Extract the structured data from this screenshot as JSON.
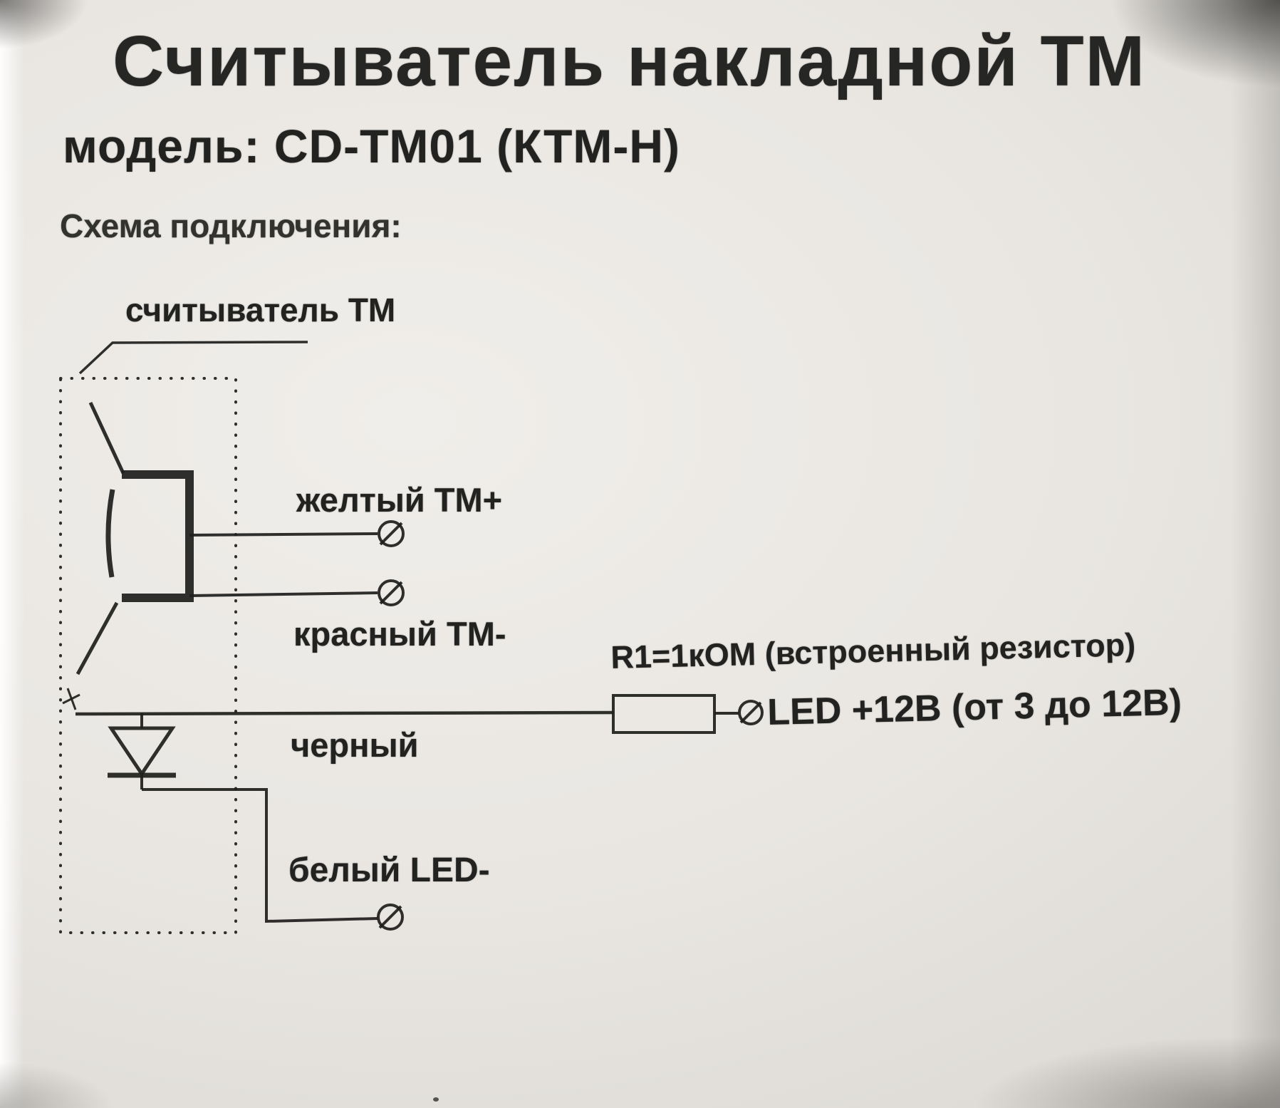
{
  "meta": {
    "document_type": "wiring instruction sheet (photo)",
    "paper_color": "#e9e6e2",
    "ink_color": "#222220"
  },
  "header": {
    "title": "Считыватель накладной ТМ",
    "model": "модель: CD-TM01 (КТМ-Н)",
    "section": "Схема подключения:"
  },
  "diagram": {
    "reader_label": "считыватель ТМ",
    "labels": {
      "yellow": "желтый ТМ+",
      "red": "красный ТМ-",
      "black": "черный",
      "white": "белый LED-"
    },
    "resistor_label": "R1=1кОМ (встроенный резистор)",
    "led_power_label": "LED +12В (от 3 до 12В)",
    "symbols": [
      "reader-housing-outline (dotted box)",
      "tm-contact-symbol",
      "led-diode-symbol",
      "resistor-symbol",
      "screw-terminal-icon x4"
    ]
  }
}
